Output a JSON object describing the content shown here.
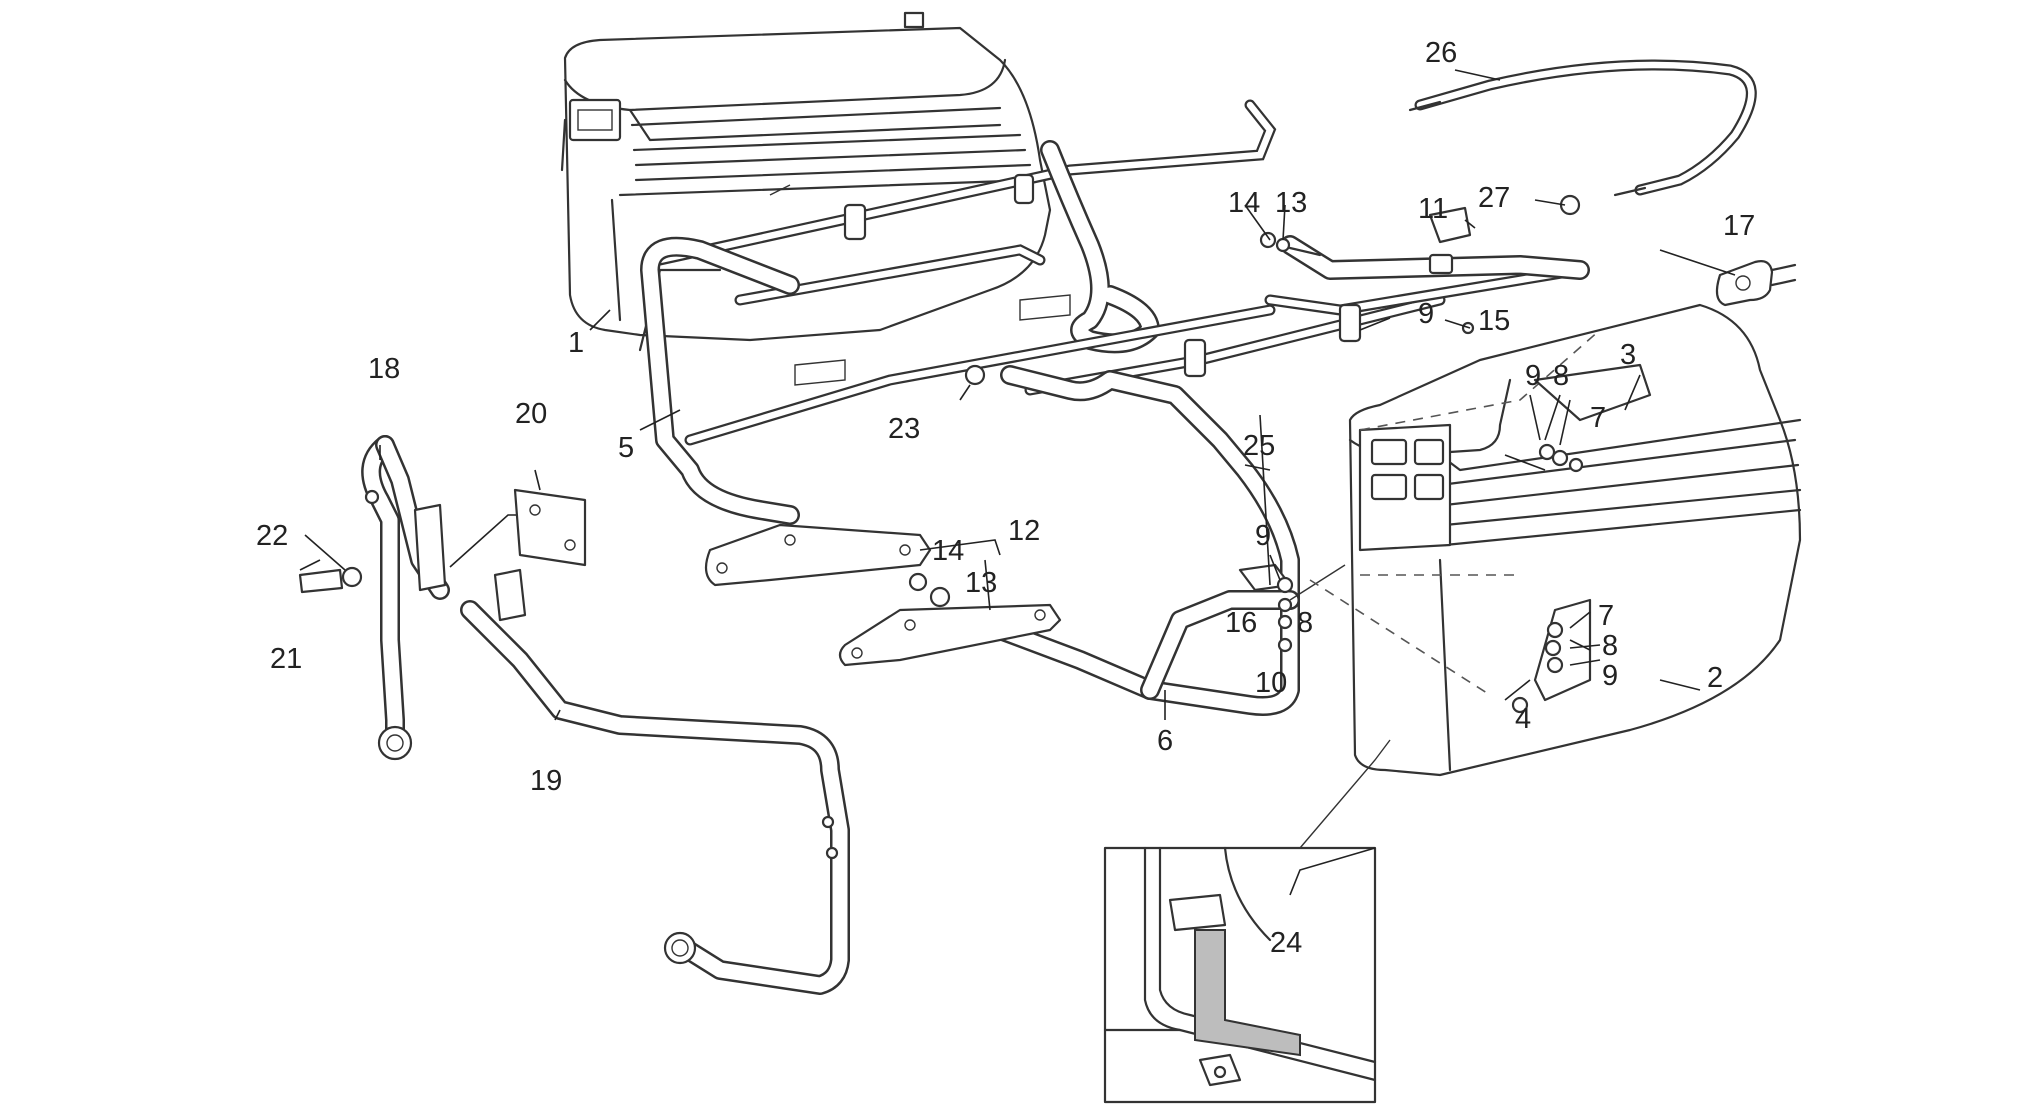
{
  "diagram": {
    "callouts": [
      {
        "id": "c1",
        "label": "1"
      },
      {
        "id": "c2",
        "label": "2"
      },
      {
        "id": "c3",
        "label": "3"
      },
      {
        "id": "c4",
        "label": "4"
      },
      {
        "id": "c5",
        "label": "5"
      },
      {
        "id": "c6",
        "label": "6"
      },
      {
        "id": "c7a",
        "label": "7"
      },
      {
        "id": "c7b",
        "label": "7"
      },
      {
        "id": "c8a",
        "label": "8"
      },
      {
        "id": "c8b",
        "label": "8"
      },
      {
        "id": "c8c",
        "label": "8"
      },
      {
        "id": "c9a",
        "label": "9"
      },
      {
        "id": "c9b",
        "label": "9"
      },
      {
        "id": "c9c",
        "label": "9"
      },
      {
        "id": "c9d",
        "label": "9"
      },
      {
        "id": "c10",
        "label": "10"
      },
      {
        "id": "c11",
        "label": "11"
      },
      {
        "id": "c12",
        "label": "12"
      },
      {
        "id": "c13a",
        "label": "13"
      },
      {
        "id": "c13b",
        "label": "13"
      },
      {
        "id": "c14a",
        "label": "14"
      },
      {
        "id": "c14b",
        "label": "14"
      },
      {
        "id": "c15",
        "label": "15"
      },
      {
        "id": "c16",
        "label": "16"
      },
      {
        "id": "c17",
        "label": "17"
      },
      {
        "id": "c18",
        "label": "18"
      },
      {
        "id": "c19",
        "label": "19"
      },
      {
        "id": "c20",
        "label": "20"
      },
      {
        "id": "c21",
        "label": "21"
      },
      {
        "id": "c22",
        "label": "22"
      },
      {
        "id": "c23",
        "label": "23"
      },
      {
        "id": "c24",
        "label": "24"
      },
      {
        "id": "c25",
        "label": "25"
      },
      {
        "id": "c26",
        "label": "26"
      },
      {
        "id": "c27",
        "label": "27"
      }
    ]
  }
}
